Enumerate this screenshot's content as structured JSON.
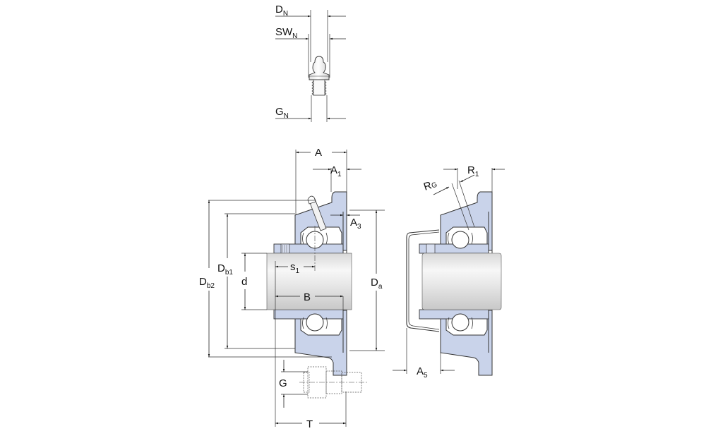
{
  "diagram": {
    "subject": "Flanged ball bearing unit with grease nipple — dimension drawing",
    "views": [
      {
        "name": "grease-nipple-detail",
        "labels": [
          "DN",
          "SWN",
          "GN"
        ]
      },
      {
        "name": "section-view",
        "labels": [
          "A",
          "A1",
          "A3",
          "Db1",
          "Db2",
          "d",
          "s1",
          "B",
          "Da",
          "G",
          "T"
        ]
      },
      {
        "name": "section-view-with-end-cover",
        "labels": [
          "RG",
          "R1",
          "A5"
        ]
      }
    ]
  },
  "labels": {
    "dn": {
      "main": "D",
      "sub": "N"
    },
    "swn": {
      "main": "SW",
      "sub": "N"
    },
    "gn": {
      "main": "G",
      "sub": "N"
    },
    "a": {
      "main": "A",
      "sub": ""
    },
    "a1": {
      "main": "A",
      "sub": "1"
    },
    "a3": {
      "main": "A",
      "sub": "3"
    },
    "db1": {
      "main": "D",
      "sub": "b1"
    },
    "db2": {
      "main": "D",
      "sub": "b2"
    },
    "d": {
      "main": "d",
      "sub": ""
    },
    "s1": {
      "main": "s",
      "sub": "1"
    },
    "b": {
      "main": "B",
      "sub": ""
    },
    "da": {
      "main": "D",
      "sub": "a"
    },
    "g": {
      "main": "G",
      "sub": ""
    },
    "t": {
      "main": "T",
      "sub": ""
    },
    "rg": {
      "main": "R",
      "sub": "G"
    },
    "r1": {
      "main": "R",
      "sub": "1"
    },
    "a5": {
      "main": "A",
      "sub": "5"
    }
  },
  "colors": {
    "housing_fill": "#c9d3ea",
    "line": "#333333",
    "shaft_light": "#f4f4f4",
    "shaft_dark": "#cfcfcf"
  }
}
